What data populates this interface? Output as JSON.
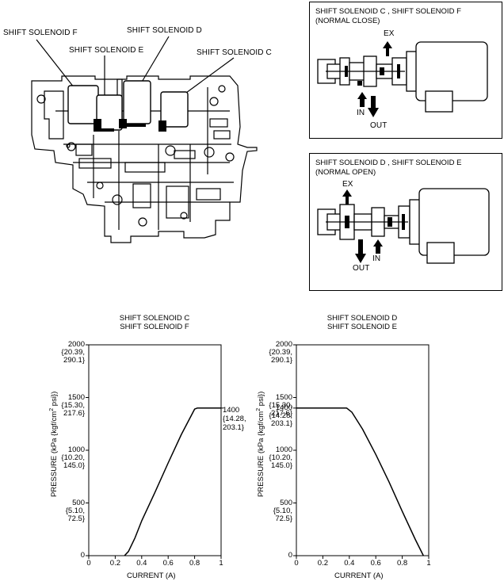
{
  "block_labels": {
    "f": "SHIFT SOLENOID F",
    "d": "SHIFT SOLENOID D",
    "e": "SHIFT SOLENOID E",
    "c": "SHIFT SOLENOID C"
  },
  "inset_close": {
    "title_line1": "SHIFT SOLENOID C , SHIFT SOLENOID F",
    "title_line2": "(NORMAL CLOSE)",
    "ex": "EX",
    "in": "IN",
    "out": "OUT"
  },
  "inset_open": {
    "title_line1": "SHIFT SOLENOID D , SHIFT SOLENOID E",
    "title_line2": "(NORMAL OPEN)",
    "ex": "EX",
    "in": "IN",
    "out": "OUT"
  },
  "chart_data": [
    {
      "type": "line",
      "title_line1": "SHIFT SOLENOID C",
      "title_line2": "SHIFT SOLENOID F",
      "xlabel": "CURRENT (A)",
      "ylabel": "PRESSURE (kPa {kgf/cm² psi})",
      "xlim": [
        0,
        1
      ],
      "ylim": [
        0,
        2000
      ],
      "x_ticks": [
        "0",
        "0.2",
        "0.4",
        "0.6",
        "0.8",
        "1"
      ],
      "y_ticks": [
        {
          "v": 2000,
          "lines": [
            "2000",
            "{20.39,",
            "290.1}"
          ]
        },
        {
          "v": 1500,
          "lines": [
            "1500",
            "{15.30,",
            "217.6}"
          ]
        },
        {
          "v": 1000,
          "lines": [
            "1000",
            "{10.20,",
            "145.0}"
          ]
        },
        {
          "v": 500,
          "lines": [
            "500",
            "{5.10,",
            "72.5}"
          ]
        },
        {
          "v": 0,
          "lines": [
            "0"
          ]
        }
      ],
      "annotation": {
        "v": 1400,
        "lines": [
          "1400",
          "{14.28,",
          "203.1}"
        ]
      },
      "x": [
        0.27,
        0.3,
        0.35,
        0.4,
        0.5,
        0.6,
        0.7,
        0.8,
        0.82,
        1.0
      ],
      "y": [
        0,
        40,
        170,
        330,
        600,
        880,
        1150,
        1390,
        1400,
        1400
      ]
    },
    {
      "type": "line",
      "title_line1": "SHIFT SOLENOID D",
      "title_line2": "SHIFT SOLENOID E",
      "xlabel": "CURRENT (A)",
      "ylabel": "PRESSURE (kPa {kgf/cm² psi})",
      "xlim": [
        0,
        1
      ],
      "ylim": [
        0,
        2000
      ],
      "x_ticks": [
        "0",
        "0.2",
        "0.4",
        "0.6",
        "0.8",
        "1"
      ],
      "y_ticks": [
        {
          "v": 2000,
          "lines": [
            "2000",
            "{20.39,",
            "290.1}"
          ]
        },
        {
          "v": 1500,
          "lines": [
            "1500",
            "{15.30,",
            "217.6}"
          ]
        },
        {
          "v": 1400,
          "lines": [
            "1400",
            "{14.28,",
            "203.1}"
          ]
        },
        {
          "v": 1000,
          "lines": [
            "1000",
            "{10.20,",
            "145.0}"
          ]
        },
        {
          "v": 500,
          "lines": [
            "500",
            "{5.10,",
            "72.5}"
          ]
        },
        {
          "v": 0,
          "lines": [
            "0"
          ]
        }
      ],
      "x": [
        0.0,
        0.38,
        0.42,
        0.5,
        0.6,
        0.7,
        0.8,
        0.9,
        0.96
      ],
      "y": [
        1400,
        1400,
        1360,
        1200,
        960,
        700,
        420,
        150,
        0
      ]
    }
  ]
}
